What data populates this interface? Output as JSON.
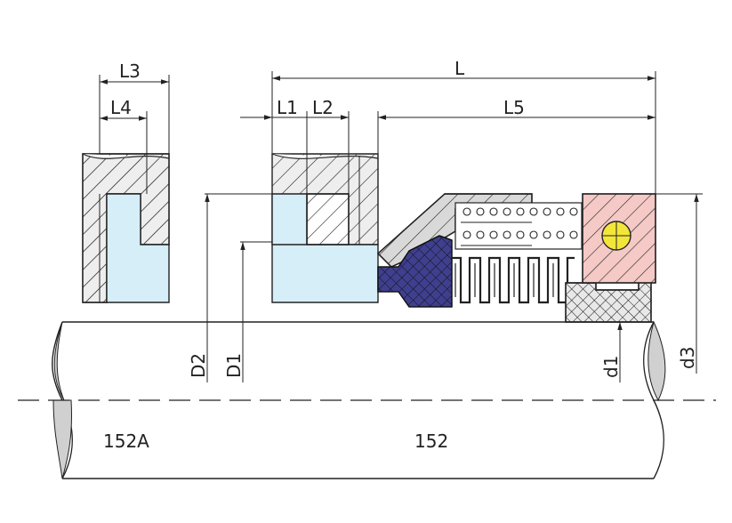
{
  "colors": {
    "seat": "#d6eef8",
    "housing_hatch": "#d9d9d9",
    "bellows_carrier": "#3f3f8f",
    "face": "#f4c9c6",
    "face_dot": "#f3e63a",
    "retainer": "#e8e8e8",
    "line": "#222222"
  },
  "dimensions": {
    "L": "L",
    "L1": "L1",
    "L2": "L2",
    "L3": "L3",
    "L4": "L4",
    "L5": "L5",
    "D1": "D1",
    "D2": "D2",
    "d1": "d1",
    "d3": "d3"
  },
  "parts": {
    "left": "152A",
    "right": "152"
  }
}
